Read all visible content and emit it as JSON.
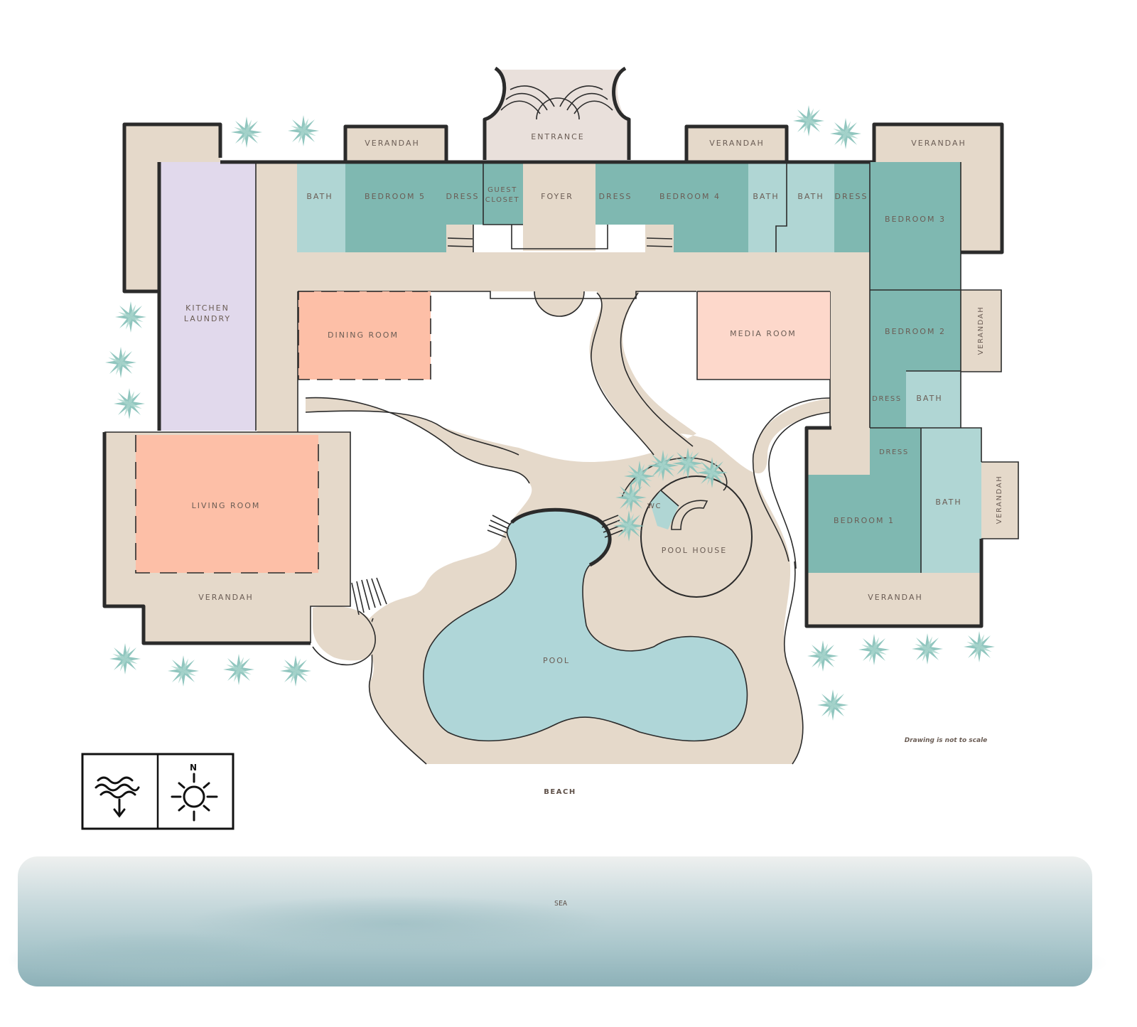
{
  "plan": {
    "rooms": {
      "entrance": "ENTRANCE",
      "foyer": "FOYER",
      "guest_closet_line1": "GUEST",
      "guest_closet_line2": "CLOSET",
      "bath_5": "BATH",
      "bedroom_5": "BEDROOM 5",
      "dress_5": "DRESS",
      "dress_4": "DRESS",
      "bedroom_4": "BEDROOM 4",
      "bath_4": "BATH",
      "bath_3": "BATH",
      "dress_3": "DRESS",
      "bedroom_3": "BEDROOM 3",
      "bedroom_2": "BEDROOM 2",
      "dress_2": "DRESS",
      "bath_2": "BATH",
      "dress_1": "DRESS",
      "bedroom_1": "BEDROOM 1",
      "bath_1": "BATH",
      "kitchen_line1": "KITCHEN",
      "kitchen_line2": "LAUNDRY",
      "dining_room": "DINING ROOM",
      "media_room": "MEDIA ROOM",
      "living_room": "LIVING ROOM",
      "pool": "POOL",
      "pool_house": "POOL HOUSE",
      "wc": "WC"
    },
    "verandahs": {
      "top_left": "VERANDAH",
      "top_center": "VERANDAH",
      "top_right": "VERANDAH",
      "right_bedroom2": "VERANDAH",
      "right_bedroom1": "VERANDAH",
      "bottom_right": "VERANDAH",
      "bottom_left": "VERANDAH"
    },
    "note": "Drawing is not to scale",
    "beach": "BEACH",
    "sea": "SEA"
  },
  "legend": {
    "icons": [
      "sea-direction-icon",
      "compass-north-icon"
    ],
    "north_label": "N"
  },
  "colors": {
    "bedroom": "#7fb8b1",
    "bath": "#b0d6d4",
    "circulation": "#e5d9ca",
    "kitchen": "#e1d9ec",
    "living": "#fdbfa7",
    "media": "#fdd8cb",
    "pool": "#afd6d8",
    "plant": "#8cc4bc",
    "wall": "#2b2b2b",
    "label": "#6b5d55"
  }
}
